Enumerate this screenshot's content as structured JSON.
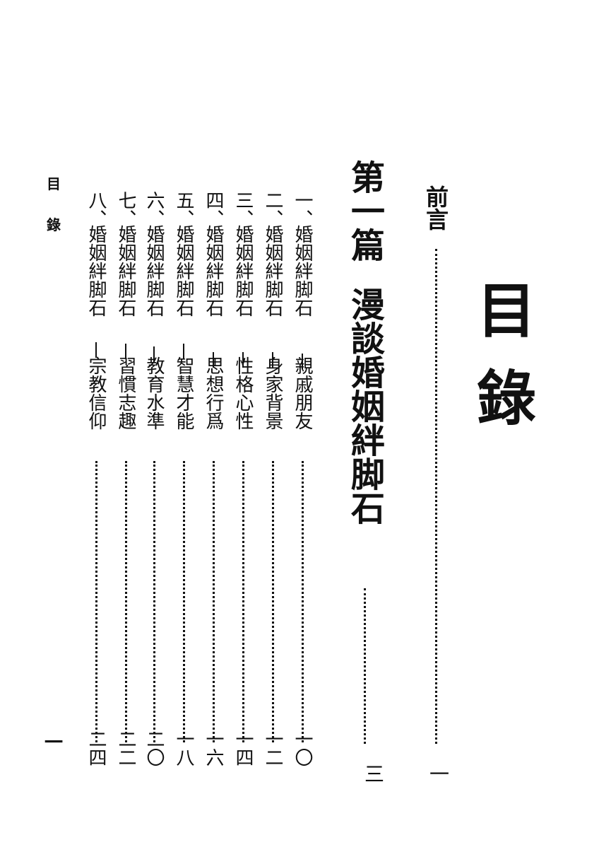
{
  "page_title": [
    "目",
    "錄"
  ],
  "running_header": [
    "目",
    "錄"
  ],
  "folio": "一",
  "preface": {
    "title": "前言",
    "page": "一"
  },
  "part": {
    "label": "第一篇",
    "title": "漫談婚姻絆脚石",
    "page": "三"
  },
  "entries": [
    {
      "num": "一、",
      "title": "婚姻絆脚石",
      "subtitle": "親戚朋友",
      "page": "一〇"
    },
    {
      "num": "二、",
      "title": "婚姻絆脚石",
      "subtitle": "身家背景",
      "page": "一二"
    },
    {
      "num": "三、",
      "title": "婚姻絆脚石",
      "subtitle": "性格心性",
      "page": "一四"
    },
    {
      "num": "四、",
      "title": "婚姻絆脚石",
      "subtitle": "思想行爲",
      "page": "一六"
    },
    {
      "num": "五、",
      "title": "婚姻絆脚石",
      "subtitle": "智慧才能",
      "page": "一八"
    },
    {
      "num": "六、",
      "title": "婚姻絆脚石",
      "subtitle": "教育水準",
      "page": "二〇"
    },
    {
      "num": "七、",
      "title": "婚姻絆脚石",
      "subtitle": "習慣志趣",
      "page": "二二"
    },
    {
      "num": "八、",
      "title": "婚姻絆脚石",
      "subtitle": "宗教信仰",
      "page": "二四"
    }
  ]
}
